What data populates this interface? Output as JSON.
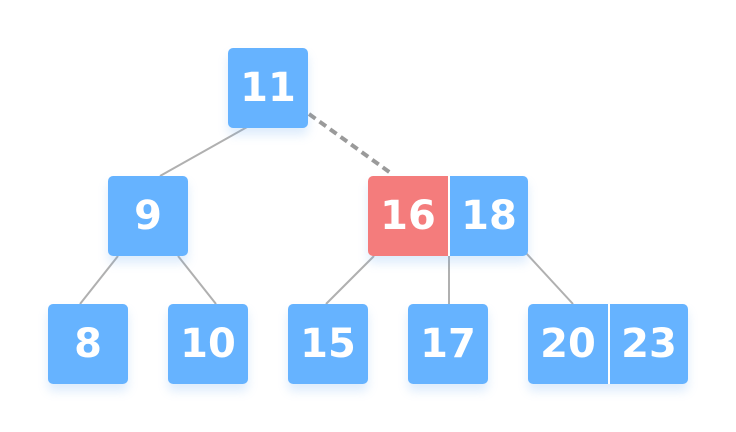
{
  "colors": {
    "node": "#66b3ff",
    "highlight": "#f47c7c",
    "edge": "#b0b0b0",
    "dashed_edge": "#9a9a9a"
  },
  "nodes": {
    "root": {
      "keys": [
        {
          "label": "11"
        }
      ]
    },
    "left": {
      "keys": [
        {
          "label": "9"
        }
      ]
    },
    "right": {
      "keys": [
        {
          "label": "16",
          "highlighted": true
        },
        {
          "label": "18"
        }
      ]
    },
    "leaf_8": {
      "keys": [
        {
          "label": "8"
        }
      ]
    },
    "leaf_10": {
      "keys": [
        {
          "label": "10"
        }
      ]
    },
    "leaf_15": {
      "keys": [
        {
          "label": "15"
        }
      ]
    },
    "leaf_17": {
      "keys": [
        {
          "label": "17"
        }
      ]
    },
    "leaf_20_23": {
      "keys": [
        {
          "label": "20"
        },
        {
          "label": "23"
        }
      ]
    }
  },
  "edges": [
    {
      "from": "root",
      "to": "left",
      "style": "solid"
    },
    {
      "from": "root",
      "to": "right",
      "style": "dashed"
    },
    {
      "from": "left",
      "to": "leaf_8",
      "style": "solid"
    },
    {
      "from": "left",
      "to": "leaf_10",
      "style": "solid"
    },
    {
      "from": "right",
      "to": "leaf_15",
      "style": "solid"
    },
    {
      "from": "right",
      "to": "leaf_17",
      "style": "solid"
    },
    {
      "from": "right",
      "to": "leaf_20_23",
      "style": "solid"
    }
  ]
}
